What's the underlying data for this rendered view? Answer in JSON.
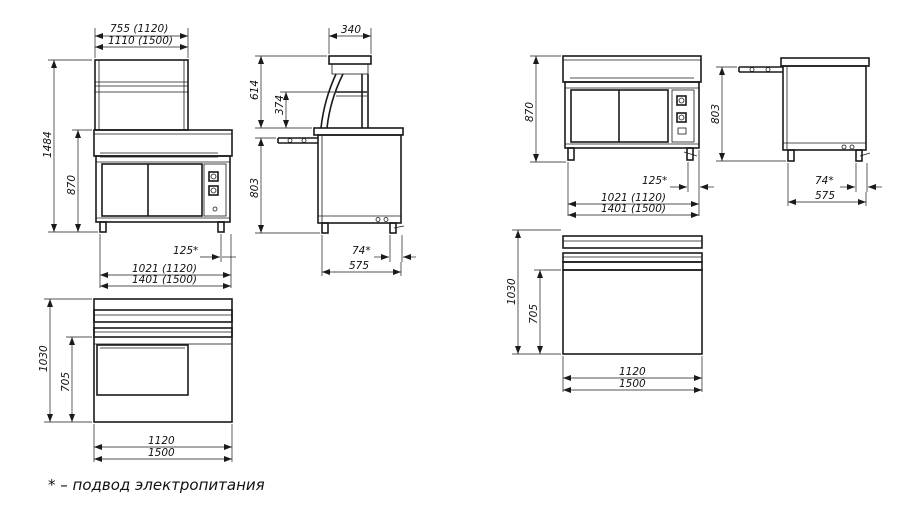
{
  "top_left": {
    "width_top1": "755 (1120)",
    "width_top2": "1110 (1500)",
    "height_total": "1484",
    "height_870": "870",
    "offset_125": "125*",
    "width_bot1": "1021 (1120)",
    "width_bot2": "1401 (1500)"
  },
  "side_left": {
    "depth_340": "340",
    "h614": "614",
    "h374": "374",
    "h803": "803",
    "offset_74": "74*",
    "depth_575": "575"
  },
  "plan_left": {
    "h1030": "1030",
    "h705": "705",
    "w1120": "1120",
    "w1500": "1500"
  },
  "top_right": {
    "height_870": "870",
    "offset_125": "125*",
    "width_bot1": "1021 (1120)",
    "width_bot2": "1401 (1500)"
  },
  "side_right": {
    "h803": "803",
    "offset_74": "74*",
    "depth_575": "575"
  },
  "plan_right": {
    "h1030": "1030",
    "h705": "705",
    "w1120": "1120",
    "w1500": "1500"
  },
  "footnote": "* – подвод электропитания"
}
